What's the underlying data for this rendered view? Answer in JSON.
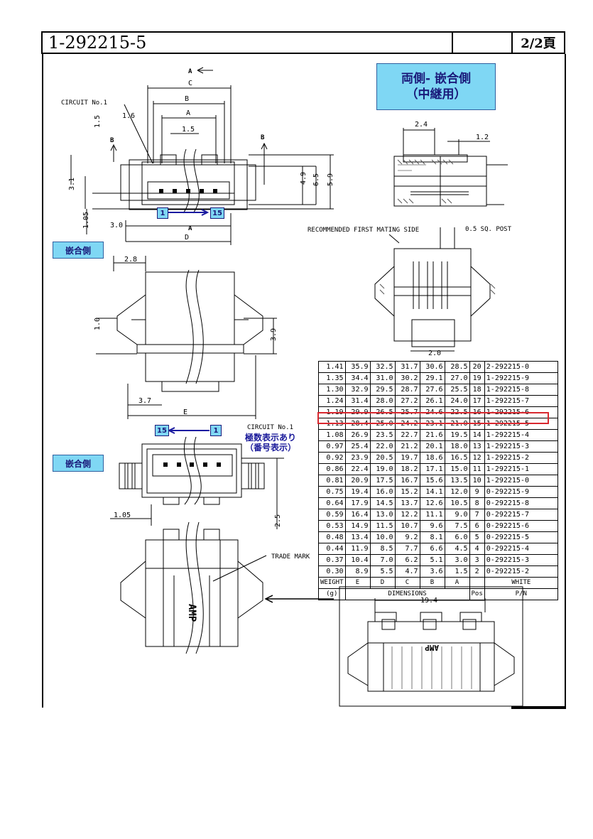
{
  "header": {
    "part_number": "1-292215-5",
    "page": "2/2頁"
  },
  "title_box": {
    "line1": "両側- 嵌合側",
    "line2": "（中継用）"
  },
  "views": {
    "top": {
      "arrow_a_top": "A",
      "arrow_a_bottom": "A",
      "arrow_b_left": "B",
      "arrow_b_right": "B",
      "circuit_label": "CIRCUIT No.1",
      "dims": {
        "c": "C",
        "b": "B",
        "a_dim": "A",
        "d": "D",
        "v16": "1.6",
        "v15": "1.5",
        "v15b": "1.5",
        "v31": "3.1",
        "v105": "1.05",
        "v30": "3.0",
        "v49": "4.9",
        "v65": "6.5",
        "v59": "5.9"
      },
      "pin_start": "1",
      "pin_end": "15"
    },
    "section": {
      "d24": "2.4",
      "d12": "1.2"
    },
    "mating": {
      "recommended": "RECOMMENDED FIRST MATING SIDE",
      "post": "0.5 SQ. POST",
      "d20": "2.0"
    },
    "side": {
      "d28": "2.8",
      "d10": "1.0",
      "d39": "3.9",
      "d37": "3.7",
      "e": "E"
    },
    "front": {
      "circuit_label": "CIRCUIT No.1",
      "pin_start": "15",
      "pin_end": "1",
      "d105": "1.05",
      "d25": "2.5"
    },
    "bottom": {
      "trade_mark": "TRADE MARK",
      "brand": "AMP"
    },
    "detail": {
      "d194": "19.4",
      "brand": "AMP"
    }
  },
  "tags": {
    "mating_side_1": "嵌合側",
    "mating_side_2": "嵌合側"
  },
  "polarity_note": {
    "line1": "極数表示あり",
    "line2": "（番号表示）"
  },
  "table": {
    "headers": {
      "weight": "WEIGHT",
      "weight_unit": "(g)",
      "e": "E",
      "d": "D",
      "c": "C",
      "b": "B",
      "a": "A",
      "dimensions": "DIMENSIONS",
      "pos": "Pos",
      "white": "WHITE",
      "pn": "P/N"
    },
    "rows": [
      [
        "1.41",
        "35.9",
        "32.5",
        "31.7",
        "30.6",
        "28.5",
        "20",
        "2-292215-0"
      ],
      [
        "1.35",
        "34.4",
        "31.0",
        "30.2",
        "29.1",
        "27.0",
        "19",
        "1-292215-9"
      ],
      [
        "1.30",
        "32.9",
        "29.5",
        "28.7",
        "27.6",
        "25.5",
        "18",
        "1-292215-8"
      ],
      [
        "1.24",
        "31.4",
        "28.0",
        "27.2",
        "26.1",
        "24.0",
        "17",
        "1-292215-7"
      ],
      [
        "1.19",
        "29.9",
        "26.5",
        "25.7",
        "24.6",
        "22.5",
        "16",
        "1-292215-6"
      ],
      [
        "1.13",
        "28.4",
        "25.0",
        "24.2",
        "23.1",
        "21.0",
        "15",
        "1-292215-5"
      ],
      [
        "1.08",
        "26.9",
        "23.5",
        "22.7",
        "21.6",
        "19.5",
        "14",
        "1-292215-4"
      ],
      [
        "0.97",
        "25.4",
        "22.0",
        "21.2",
        "20.1",
        "18.0",
        "13",
        "1-292215-3"
      ],
      [
        "0.92",
        "23.9",
        "20.5",
        "19.7",
        "18.6",
        "16.5",
        "12",
        "1-292215-2"
      ],
      [
        "0.86",
        "22.4",
        "19.0",
        "18.2",
        "17.1",
        "15.0",
        "11",
        "1-292215-1"
      ],
      [
        "0.81",
        "20.9",
        "17.5",
        "16.7",
        "15.6",
        "13.5",
        "10",
        "1-292215-0"
      ],
      [
        "0.75",
        "19.4",
        "16.0",
        "15.2",
        "14.1",
        "12.0",
        "9",
        "0-292215-9"
      ],
      [
        "0.64",
        "17.9",
        "14.5",
        "13.7",
        "12.6",
        "10.5",
        "8",
        "0-292215-8"
      ],
      [
        "0.59",
        "16.4",
        "13.0",
        "12.2",
        "11.1",
        "9.0",
        "7",
        "0-292215-7"
      ],
      [
        "0.53",
        "14.9",
        "11.5",
        "10.7",
        "9.6",
        "7.5",
        "6",
        "0-292215-6"
      ],
      [
        "0.48",
        "13.4",
        "10.0",
        "9.2",
        "8.1",
        "6.0",
        "5",
        "0-292215-5"
      ],
      [
        "0.44",
        "11.9",
        "8.5",
        "7.7",
        "6.6",
        "4.5",
        "4",
        "0-292215-4"
      ],
      [
        "0.37",
        "10.4",
        "7.0",
        "6.2",
        "5.1",
        "3.0",
        "3",
        "0-292215-3"
      ],
      [
        "0.30",
        "8.9",
        "5.5",
        "4.7",
        "3.6",
        "1.5",
        "2",
        "0-292215-2"
      ]
    ]
  },
  "colors": {
    "tag_fill": "#7fd7f4",
    "tag_text": "#1a1a7a",
    "highlight": "#d8282f",
    "arrow": "#1a1aa0"
  }
}
